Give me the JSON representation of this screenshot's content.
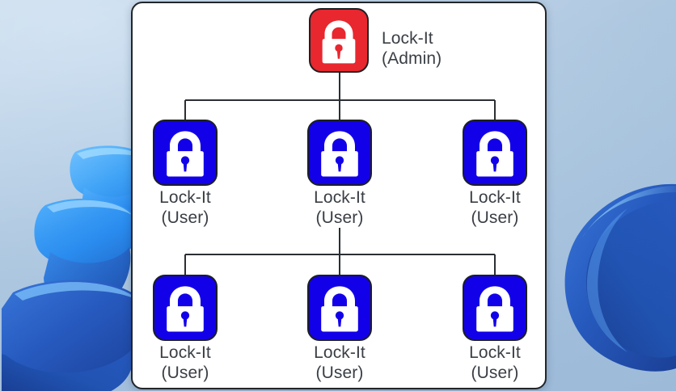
{
  "scene": {
    "background_style": "windows-11-bloom-wallpaper",
    "background_colors": {
      "sky_light": "#c3d9ee",
      "sky_mid": "#b3cce4",
      "sky_deep": "#a2bedb",
      "petal_bright": "#2f9bf5",
      "petal_mid": "#1a7fe8",
      "petal_deep": "#1449b8",
      "petal_dark": "#0f3aa0",
      "petal_navy": "#113a9c"
    }
  },
  "card": {
    "background": "#ffffff",
    "border_color": "#222629"
  },
  "diagram": {
    "title_semantic": "lock-it-account-hierarchy",
    "connector_color": "#2b2f33",
    "nodes": [
      {
        "id": "admin",
        "icon": "lock-icon",
        "role": "admin",
        "tile_color": "#e8272f",
        "glyph_color": "#ffffff",
        "label_line1": "Lock-It",
        "label_line2": "(Admin)",
        "label_position": "right"
      },
      {
        "id": "user-1",
        "icon": "lock-icon",
        "role": "user",
        "tile_color": "#1200e8",
        "glyph_color": "#ffffff",
        "label_line1": "Lock-It",
        "label_line2": "(User)",
        "label_position": "below"
      },
      {
        "id": "user-2",
        "icon": "lock-icon",
        "role": "user",
        "tile_color": "#1200e8",
        "glyph_color": "#ffffff",
        "label_line1": "Lock-It",
        "label_line2": "(User)",
        "label_position": "below"
      },
      {
        "id": "user-3",
        "icon": "lock-icon",
        "role": "user",
        "tile_color": "#1200e8",
        "glyph_color": "#ffffff",
        "label_line1": "Lock-It",
        "label_line2": "(User)",
        "label_position": "below"
      },
      {
        "id": "user-4",
        "icon": "lock-icon",
        "role": "user",
        "tile_color": "#1200e8",
        "glyph_color": "#ffffff",
        "label_line1": "Lock-It",
        "label_line2": "(User)",
        "label_position": "below"
      },
      {
        "id": "user-5",
        "icon": "lock-icon",
        "role": "user",
        "tile_color": "#1200e8",
        "glyph_color": "#ffffff",
        "label_line1": "Lock-It",
        "label_line2": "(User)",
        "label_position": "below"
      },
      {
        "id": "user-6",
        "icon": "lock-icon",
        "role": "user",
        "tile_color": "#1200e8",
        "glyph_color": "#ffffff",
        "label_line1": "Lock-It",
        "label_line2": "(User)",
        "label_position": "below"
      }
    ],
    "edges": [
      {
        "from": "admin",
        "to": "user-1"
      },
      {
        "from": "admin",
        "to": "user-2"
      },
      {
        "from": "admin",
        "to": "user-3"
      },
      {
        "from": "user-2",
        "to": "user-4"
      },
      {
        "from": "user-2",
        "to": "user-5"
      },
      {
        "from": "user-2",
        "to": "user-6"
      }
    ]
  }
}
